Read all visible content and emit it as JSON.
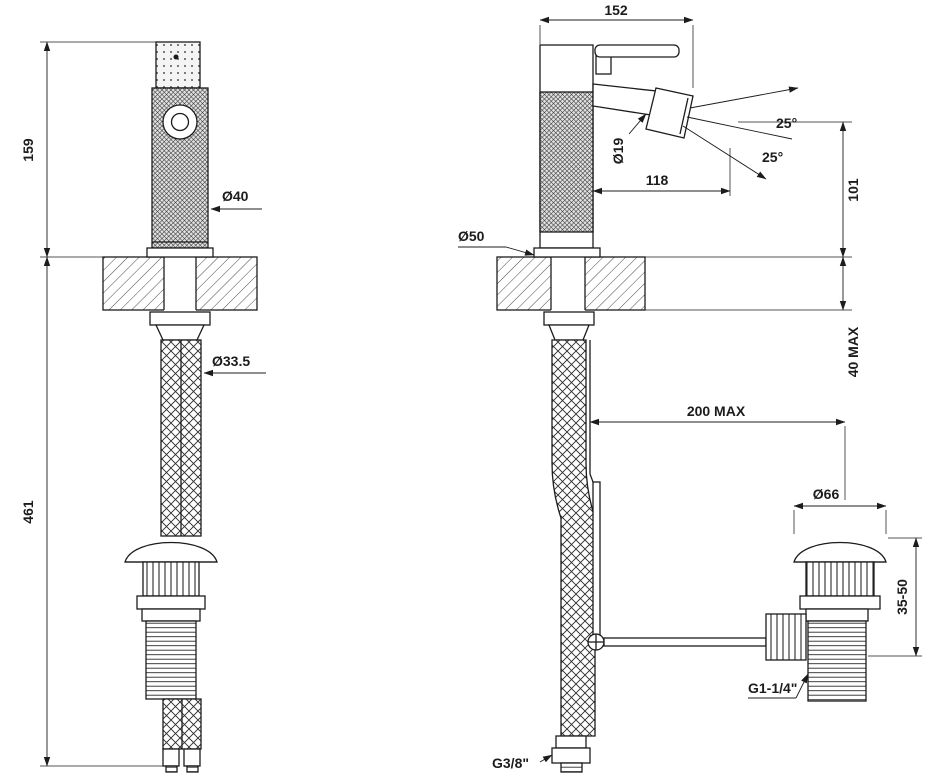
{
  "drawing": {
    "background": "#ffffff",
    "line_color": "#1c1c1c",
    "front_view": {
      "height_upper": "159",
      "height_lower": "461",
      "body_diameter": "Ø40",
      "hose_diameter": "Ø33.5"
    },
    "side_view": {
      "overall_depth": "152",
      "spout_diameter": "Ø19",
      "spout_reach": "118",
      "spray_angle_upper": "25°",
      "spray_angle_lower": "25°",
      "outlet_height": "101",
      "base_diameter": "Ø50",
      "max_deck_thickness": "40 MAX",
      "max_rod_reach": "200 MAX",
      "waste_cap_diameter": "Ø66",
      "waste_height_range": "35-50",
      "waste_thread": "G1-1/4\"",
      "supply_thread": "G3/8\""
    }
  }
}
